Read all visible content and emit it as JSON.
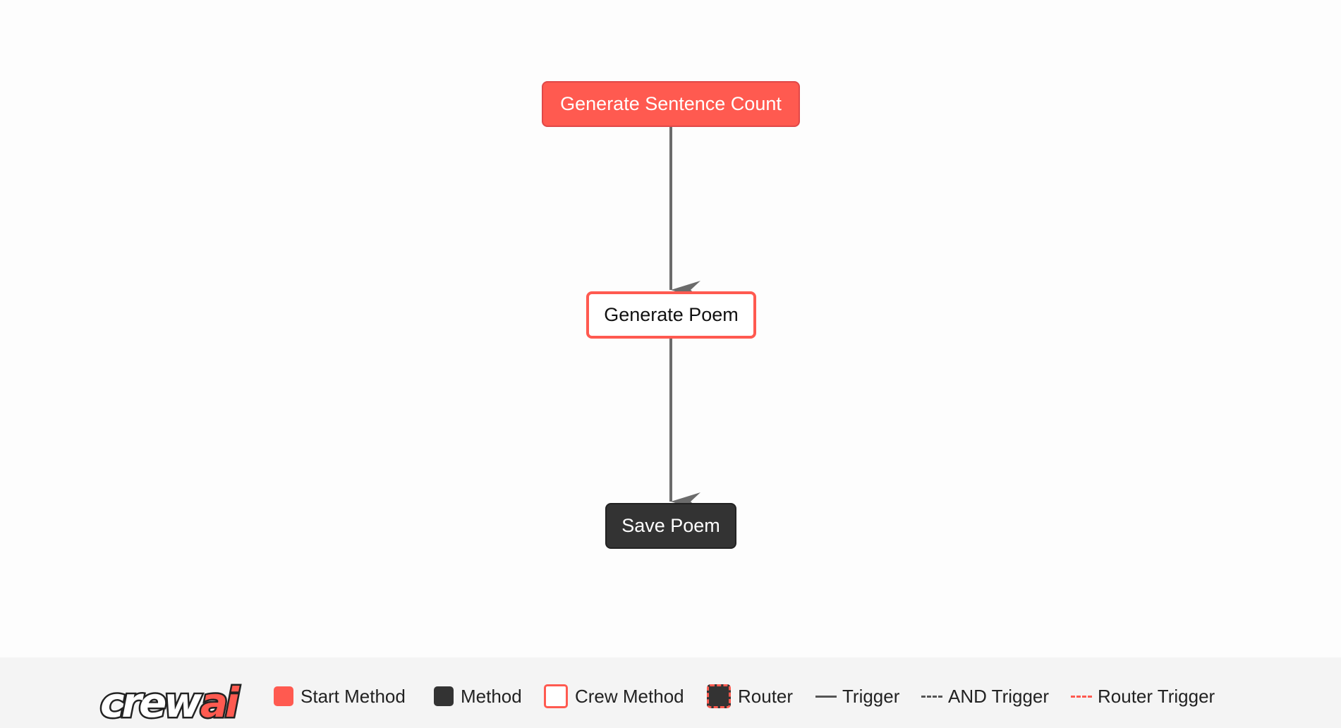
{
  "colors": {
    "start_method": "#ff5a50",
    "method": "#333333",
    "crew_method_border": "#ff5a50",
    "edge": "#6b6b6b",
    "router_trigger": "#ff5a50",
    "trigger": "#555555"
  },
  "nodes": [
    {
      "id": "generate_sentence_count",
      "label": "Generate Sentence Count",
      "type": "start"
    },
    {
      "id": "generate_poem",
      "label": "Generate Poem",
      "type": "crew"
    },
    {
      "id": "save_poem",
      "label": "Save Poem",
      "type": "method"
    }
  ],
  "edges": [
    {
      "from": "generate_sentence_count",
      "to": "generate_poem",
      "style": "trigger"
    },
    {
      "from": "generate_poem",
      "to": "save_poem",
      "style": "trigger"
    }
  ],
  "legend": {
    "logo_text": "crewai",
    "items": [
      {
        "label": "Start Method",
        "icon": "filled-red-square"
      },
      {
        "label": "Method",
        "icon": "filled-dark-square"
      },
      {
        "label": "Crew Method",
        "icon": "outlined-red-square"
      },
      {
        "label": "Router",
        "icon": "dashed-dark-square"
      },
      {
        "label": "Trigger",
        "icon": "solid-line"
      },
      {
        "label": "AND Trigger",
        "icon": "dashed-line"
      },
      {
        "label": "Router Trigger",
        "icon": "red-dashed-line"
      }
    ]
  }
}
